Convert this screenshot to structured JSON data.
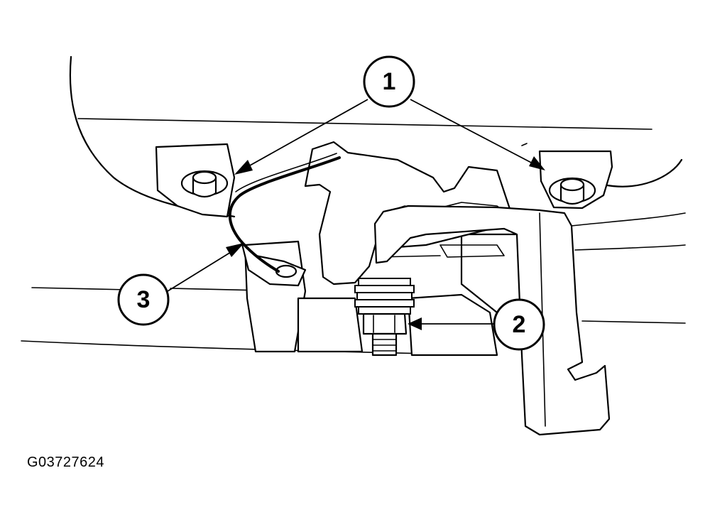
{
  "callouts": [
    {
      "id": "callout-1",
      "label": "1"
    },
    {
      "id": "callout-2",
      "label": "2"
    },
    {
      "id": "callout-3",
      "label": "3"
    }
  ],
  "figure_id": "G03727624"
}
